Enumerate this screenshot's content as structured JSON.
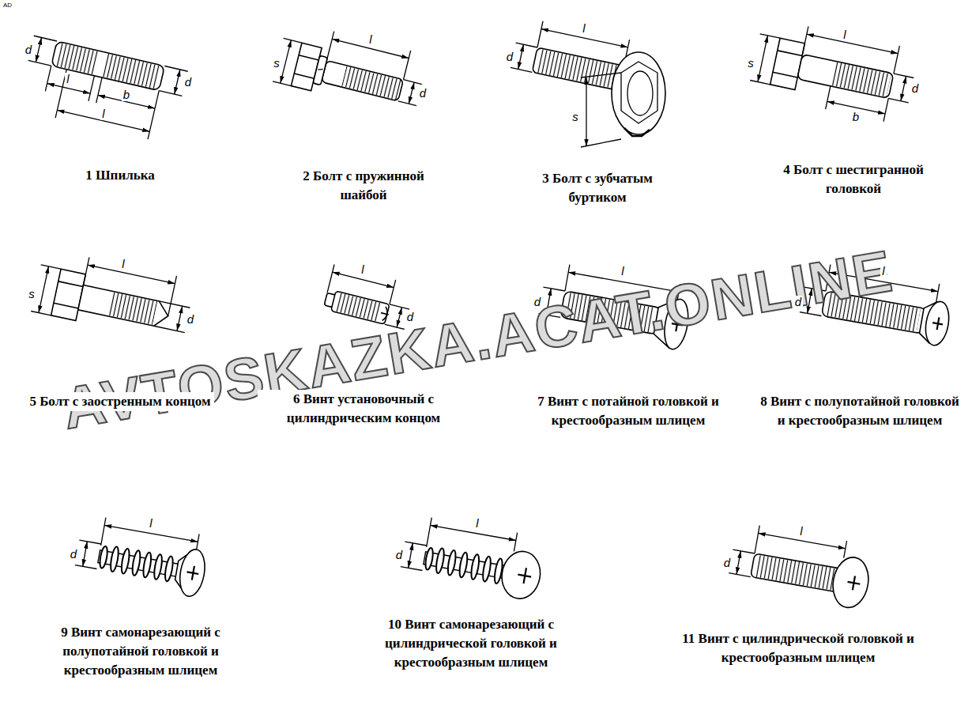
{
  "diagram": {
    "labels": [
      "AD",
      "AVTOSKAZKA.ACAT.ONLINE",
      "1 Шпилька",
      "2 Болт с пружинной шайбой",
      "3 Болт с зубчатым буртиком",
      "4 Болт с шестигранной головкой",
      "5 Болт с заостренным концом",
      "6 Винт установочный с цилиндрическим концом",
      "7 Винт с потайной головкой и крестообразным шлицем",
      "8 Винт с полупотайной головкой и крестообразным шлицем",
      "9 Винт самонарезающий с полупотайной головкой и крестообразным шлицем",
      "10 Винт самонарезающий с цилиндрической головкой и крестообразным шлицем",
      "11 Винт с цилиндрической головкой и крестообразным шлицем",
      "d",
      "l",
      "b",
      "l",
      "d",
      "l",
      "s",
      "d",
      "l",
      "d",
      "s",
      "l",
      "s",
      "b",
      "d",
      "l",
      "s",
      "d",
      "l",
      "d",
      "l",
      "d",
      "l",
      "d",
      "d",
      "l",
      "d",
      "l",
      "d",
      "l"
    ]
  }
}
